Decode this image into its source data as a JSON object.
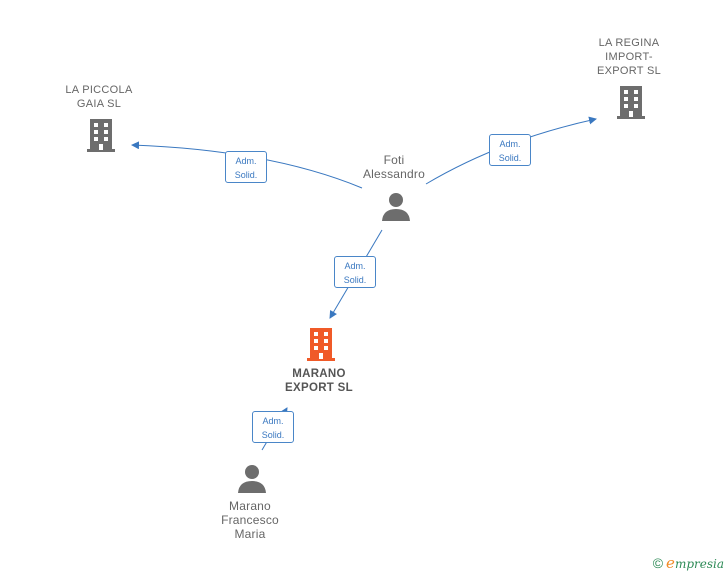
{
  "nodes": {
    "la_piccola": {
      "label_1": "LA PICCOLA",
      "label_2": "GAIA  SL"
    },
    "la_regina": {
      "label_1": "LA REGINA",
      "label_2": "IMPORT-",
      "label_3": "EXPORT  SL"
    },
    "foti": {
      "label_1": "Foti",
      "label_2": "Alessandro"
    },
    "marano_export": {
      "label_1": "MARANO",
      "label_2": "EXPORT  SL"
    },
    "marano_francesco": {
      "label_1": "Marano",
      "label_2": "Francesco",
      "label_3": "Maria"
    }
  },
  "edges": [
    {
      "line1": "Adm.",
      "line2": "Solid."
    },
    {
      "line1": "Adm.",
      "line2": "Solid."
    },
    {
      "line1": "Adm.",
      "line2": "Solid."
    },
    {
      "line1": "Adm.",
      "line2": "Solid."
    }
  ],
  "footer": {
    "copyright": "©",
    "brand_initial": "e",
    "brand_rest": "mpresia"
  },
  "colors": {
    "edge": "#3a78c0",
    "building": "#6d6d6d",
    "building_focus": "#f05a28",
    "person": "#6d6d6d"
  }
}
